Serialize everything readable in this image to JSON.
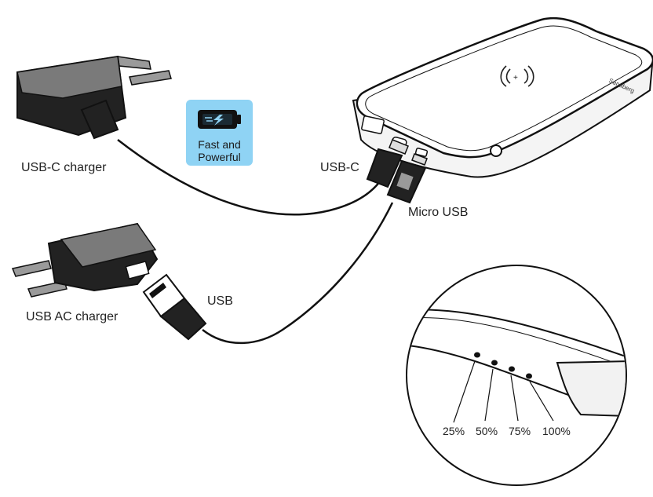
{
  "labels": {
    "usb_c_charger": "USB-C charger",
    "usb_ac_charger": "USB AC charger",
    "usb_c": "USB-C",
    "micro_usb": "Micro USB",
    "usb": "USB"
  },
  "badge": {
    "line1": "Fast and",
    "line2": "Powerful",
    "icon": "battery-charging-icon",
    "color": "#8fd3f4"
  },
  "brand_text": "Sandberg",
  "led_levels": [
    "25%",
    "50%",
    "75%",
    "100%"
  ],
  "colors": {
    "charger_body": "#222222",
    "charger_top": "#7a7a7a",
    "line": "#111111",
    "badge": "#8fd3f4"
  }
}
